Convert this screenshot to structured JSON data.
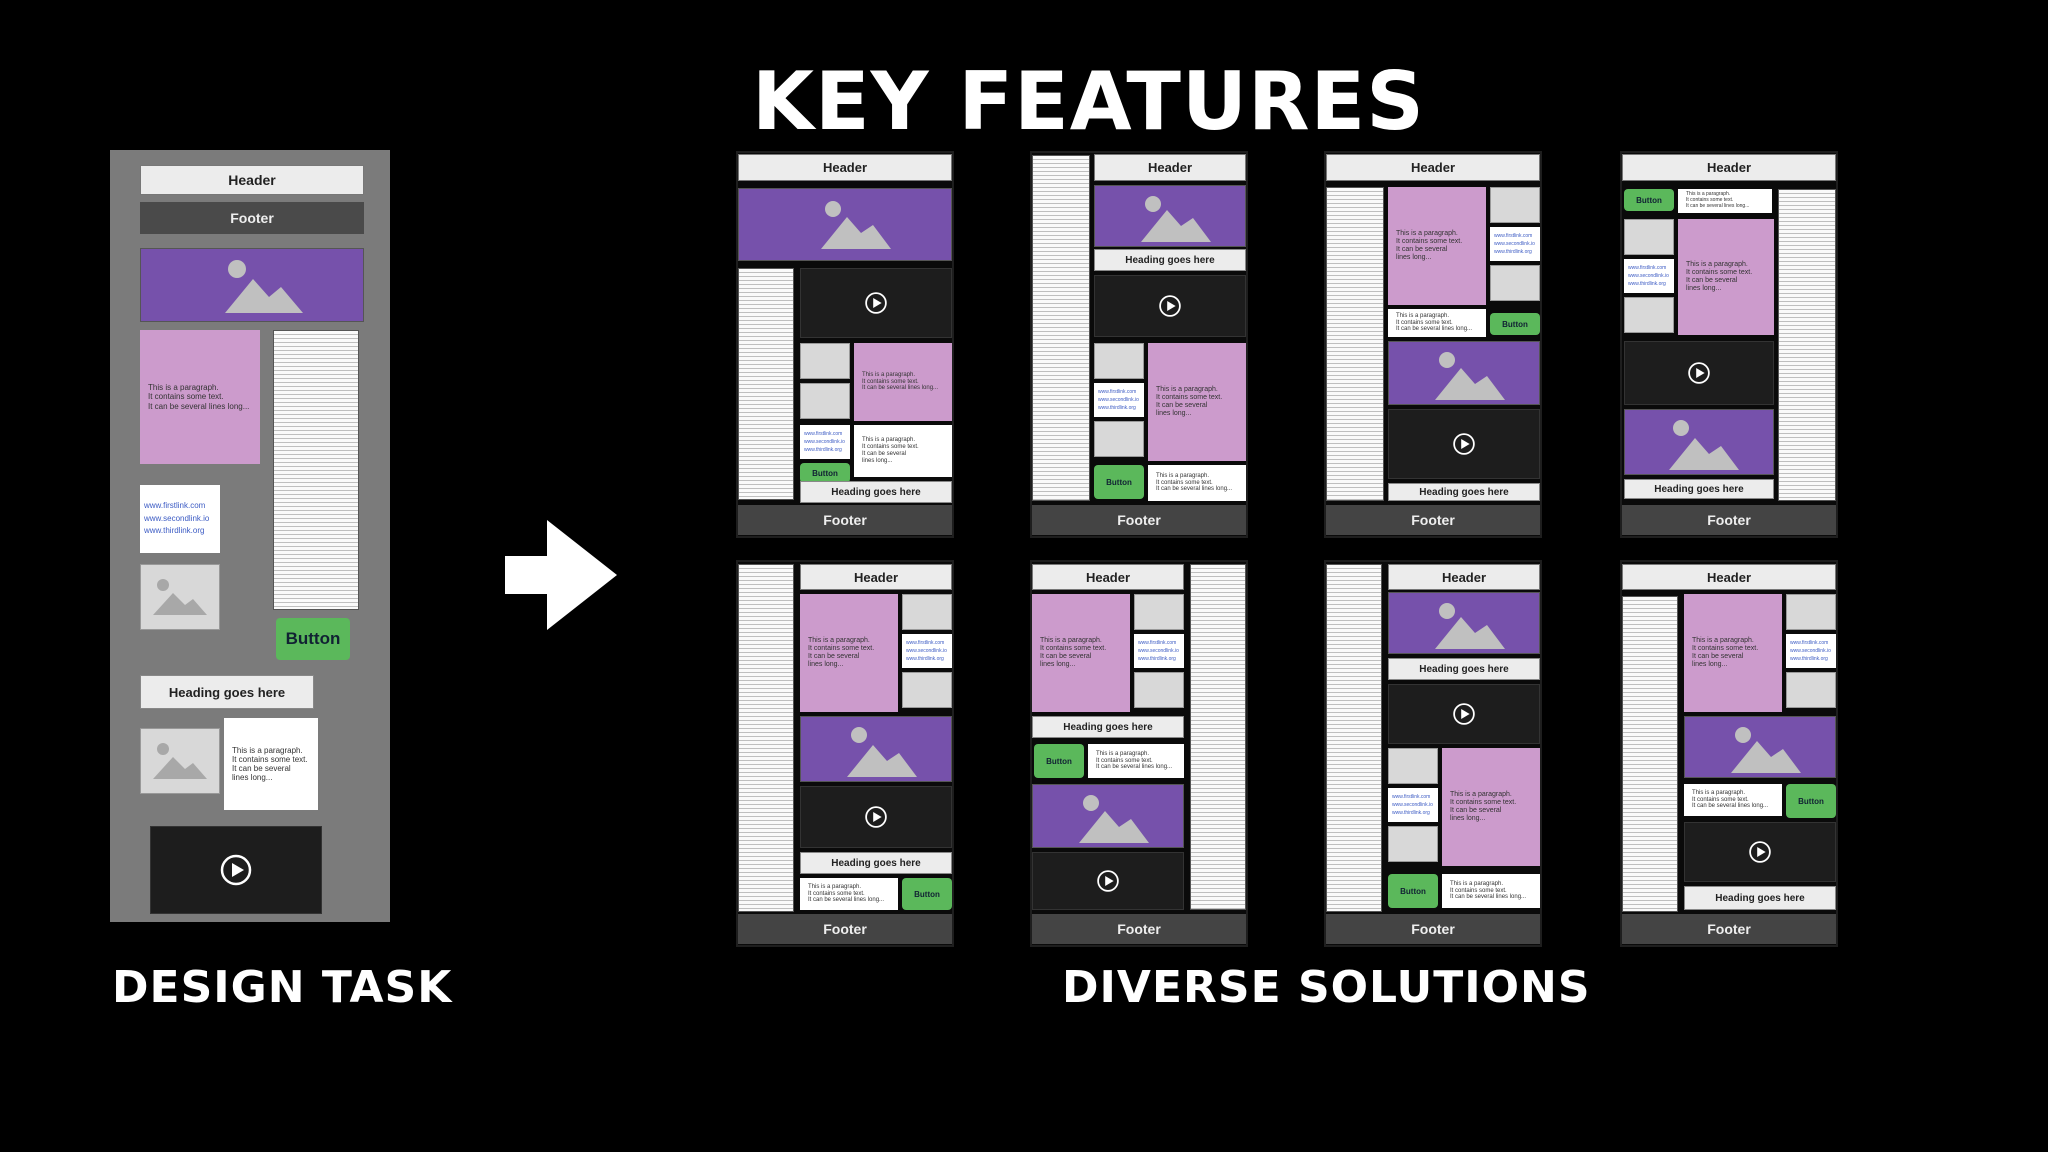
{
  "titles": {
    "key_features": "KEY FEATURES",
    "design_task": "DESIGN TASK",
    "diverse_solutions": "DIVERSE SOLUTIONS"
  },
  "components": {
    "header": "Header",
    "footer": "Footer",
    "button": "Button",
    "heading": "Heading goes here",
    "paragraph_lines": [
      "This is a paragraph.",
      "It contains some text.",
      "It can be several lines long..."
    ],
    "paragraph_lines_wrapped": [
      "This is a paragraph.",
      "It contains some text.",
      "It can be several",
      "lines long..."
    ],
    "links": [
      "www.firstlink.com",
      "www.secondlink.io",
      "www.thirdlink.org"
    ]
  },
  "colors": {
    "background": "#000000",
    "task_panel": "#7b7b7b",
    "image_block": "#7651ab",
    "paragraph_block": "#cc9bcc",
    "button": "#5bb85b",
    "video_block": "#1d1d1d",
    "footer": "#444444",
    "arrow": "#ffffff"
  },
  "icons": [
    "image-placeholder-icon",
    "play-icon",
    "right-arrow-icon"
  ]
}
